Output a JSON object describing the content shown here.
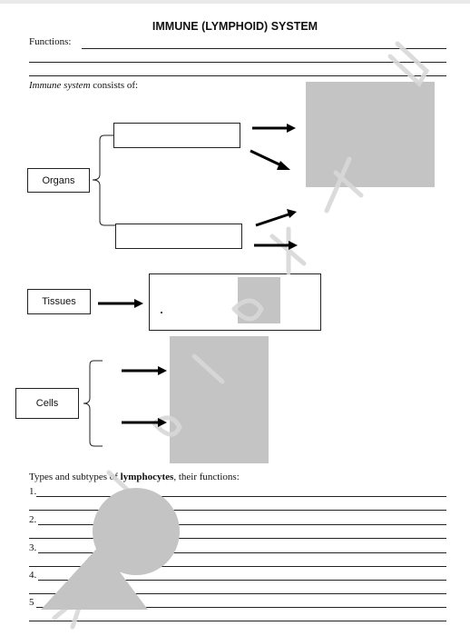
{
  "title": "IMMUNE (LYMPHOID) SYSTEM",
  "functions_label": "Functions:",
  "consists": {
    "italic": "Immune system",
    "rest": " consists of:"
  },
  "sections": {
    "organs": "Organs",
    "tissues": "Tissues",
    "cells": "Cells"
  },
  "lymphocytes": {
    "prefix": "Types and subtypes of ",
    "bold": "lymphocytes",
    "suffix": ", their functions:"
  },
  "numbered_items": [
    "1.",
    "2.",
    "3.",
    "4.",
    "5"
  ],
  "colors": {
    "redaction": "#c4c4c4",
    "watermark": "#d6d6d6",
    "ink": "#111111"
  }
}
